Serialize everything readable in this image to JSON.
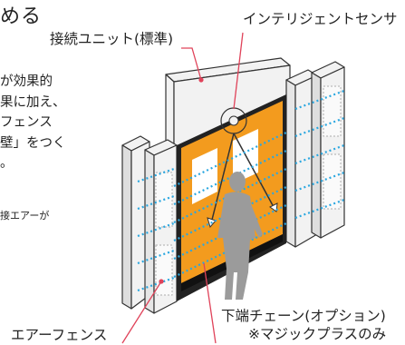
{
  "heading": "める",
  "labels": {
    "unit": "接続ユニット(標準)",
    "sensor": "インテリジェントセンサ",
    "fence": "エアーフェンス",
    "chain": "下端チェーン(オプション)",
    "chain_note": "※マジックプラスのみ"
  },
  "body_lines": [
    "が効果的",
    "果に加え、",
    "フェンス",
    "壁」をつく",
    "。"
  ],
  "note": "接エアーが",
  "colors": {
    "curtain": "#f39b1e",
    "frame": "#f2f2f2",
    "frame_line": "#333333",
    "air_dots": "#2aa7e0",
    "person": "#9b9b9b",
    "leader": "#e0435a"
  }
}
